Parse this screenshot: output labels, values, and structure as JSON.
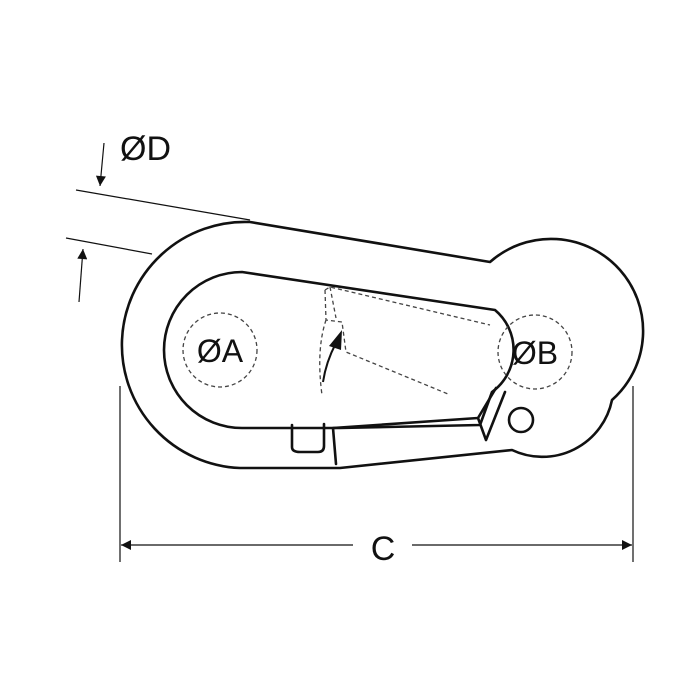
{
  "diagram": {
    "labels": {
      "dim_a": "ØA",
      "dim_b": "ØB",
      "dim_c": "C",
      "dim_d": "ØD"
    },
    "colors": {
      "stroke": "#111111",
      "background": "#ffffff"
    }
  }
}
